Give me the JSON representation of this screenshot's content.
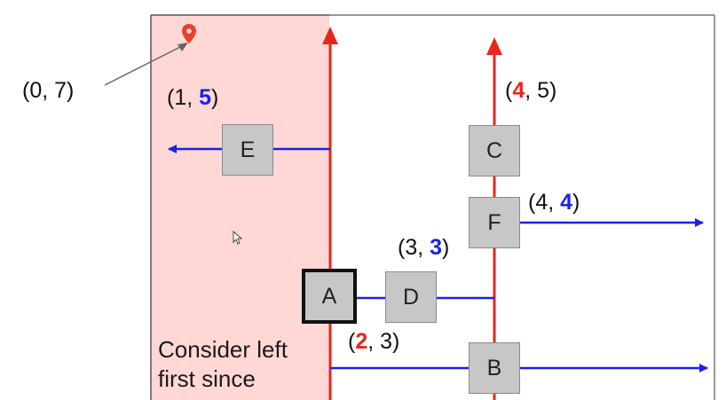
{
  "colors": {
    "x_axis_line": "#e8261c",
    "y_axis_line": "#1a22e6",
    "left_region_fill": "#ffd8d6",
    "node_fill": "#c7c7c7",
    "pin": "#e8422e"
  },
  "nodes": [
    {
      "id": "A",
      "label": "A",
      "selected": true
    },
    {
      "id": "B",
      "label": "B",
      "selected": false
    },
    {
      "id": "C",
      "label": "C",
      "selected": false
    },
    {
      "id": "D",
      "label": "D",
      "selected": false
    },
    {
      "id": "E",
      "label": "E",
      "selected": false
    },
    {
      "id": "F",
      "label": "F",
      "selected": false
    }
  ],
  "coords": {
    "origin": {
      "text": "(0, 7)"
    },
    "e": {
      "open": "(",
      "a": "1",
      "sep": ", ",
      "b": "5",
      "close": ")",
      "highlight": "b"
    },
    "c": {
      "open": "(",
      "a": "4",
      "sep": ", ",
      "b": "5",
      "close": ")",
      "highlight": "a"
    },
    "d": {
      "open": "(",
      "a": "3",
      "sep": ", ",
      "b": "3",
      "close": ")",
      "highlight": "b"
    },
    "f": {
      "open": "(",
      "a": "4",
      "sep": ", ",
      "b": "4",
      "close": ")",
      "highlight": "b"
    },
    "a": {
      "open": "(",
      "a": "2",
      "sep": ", ",
      "b": "3",
      "close": ")",
      "highlight": "a"
    }
  },
  "note": {
    "line1": "Consider left",
    "line2": "first since"
  },
  "icons": {
    "pin": "map-pin-icon",
    "cursor": "mouse-cursor-icon"
  }
}
